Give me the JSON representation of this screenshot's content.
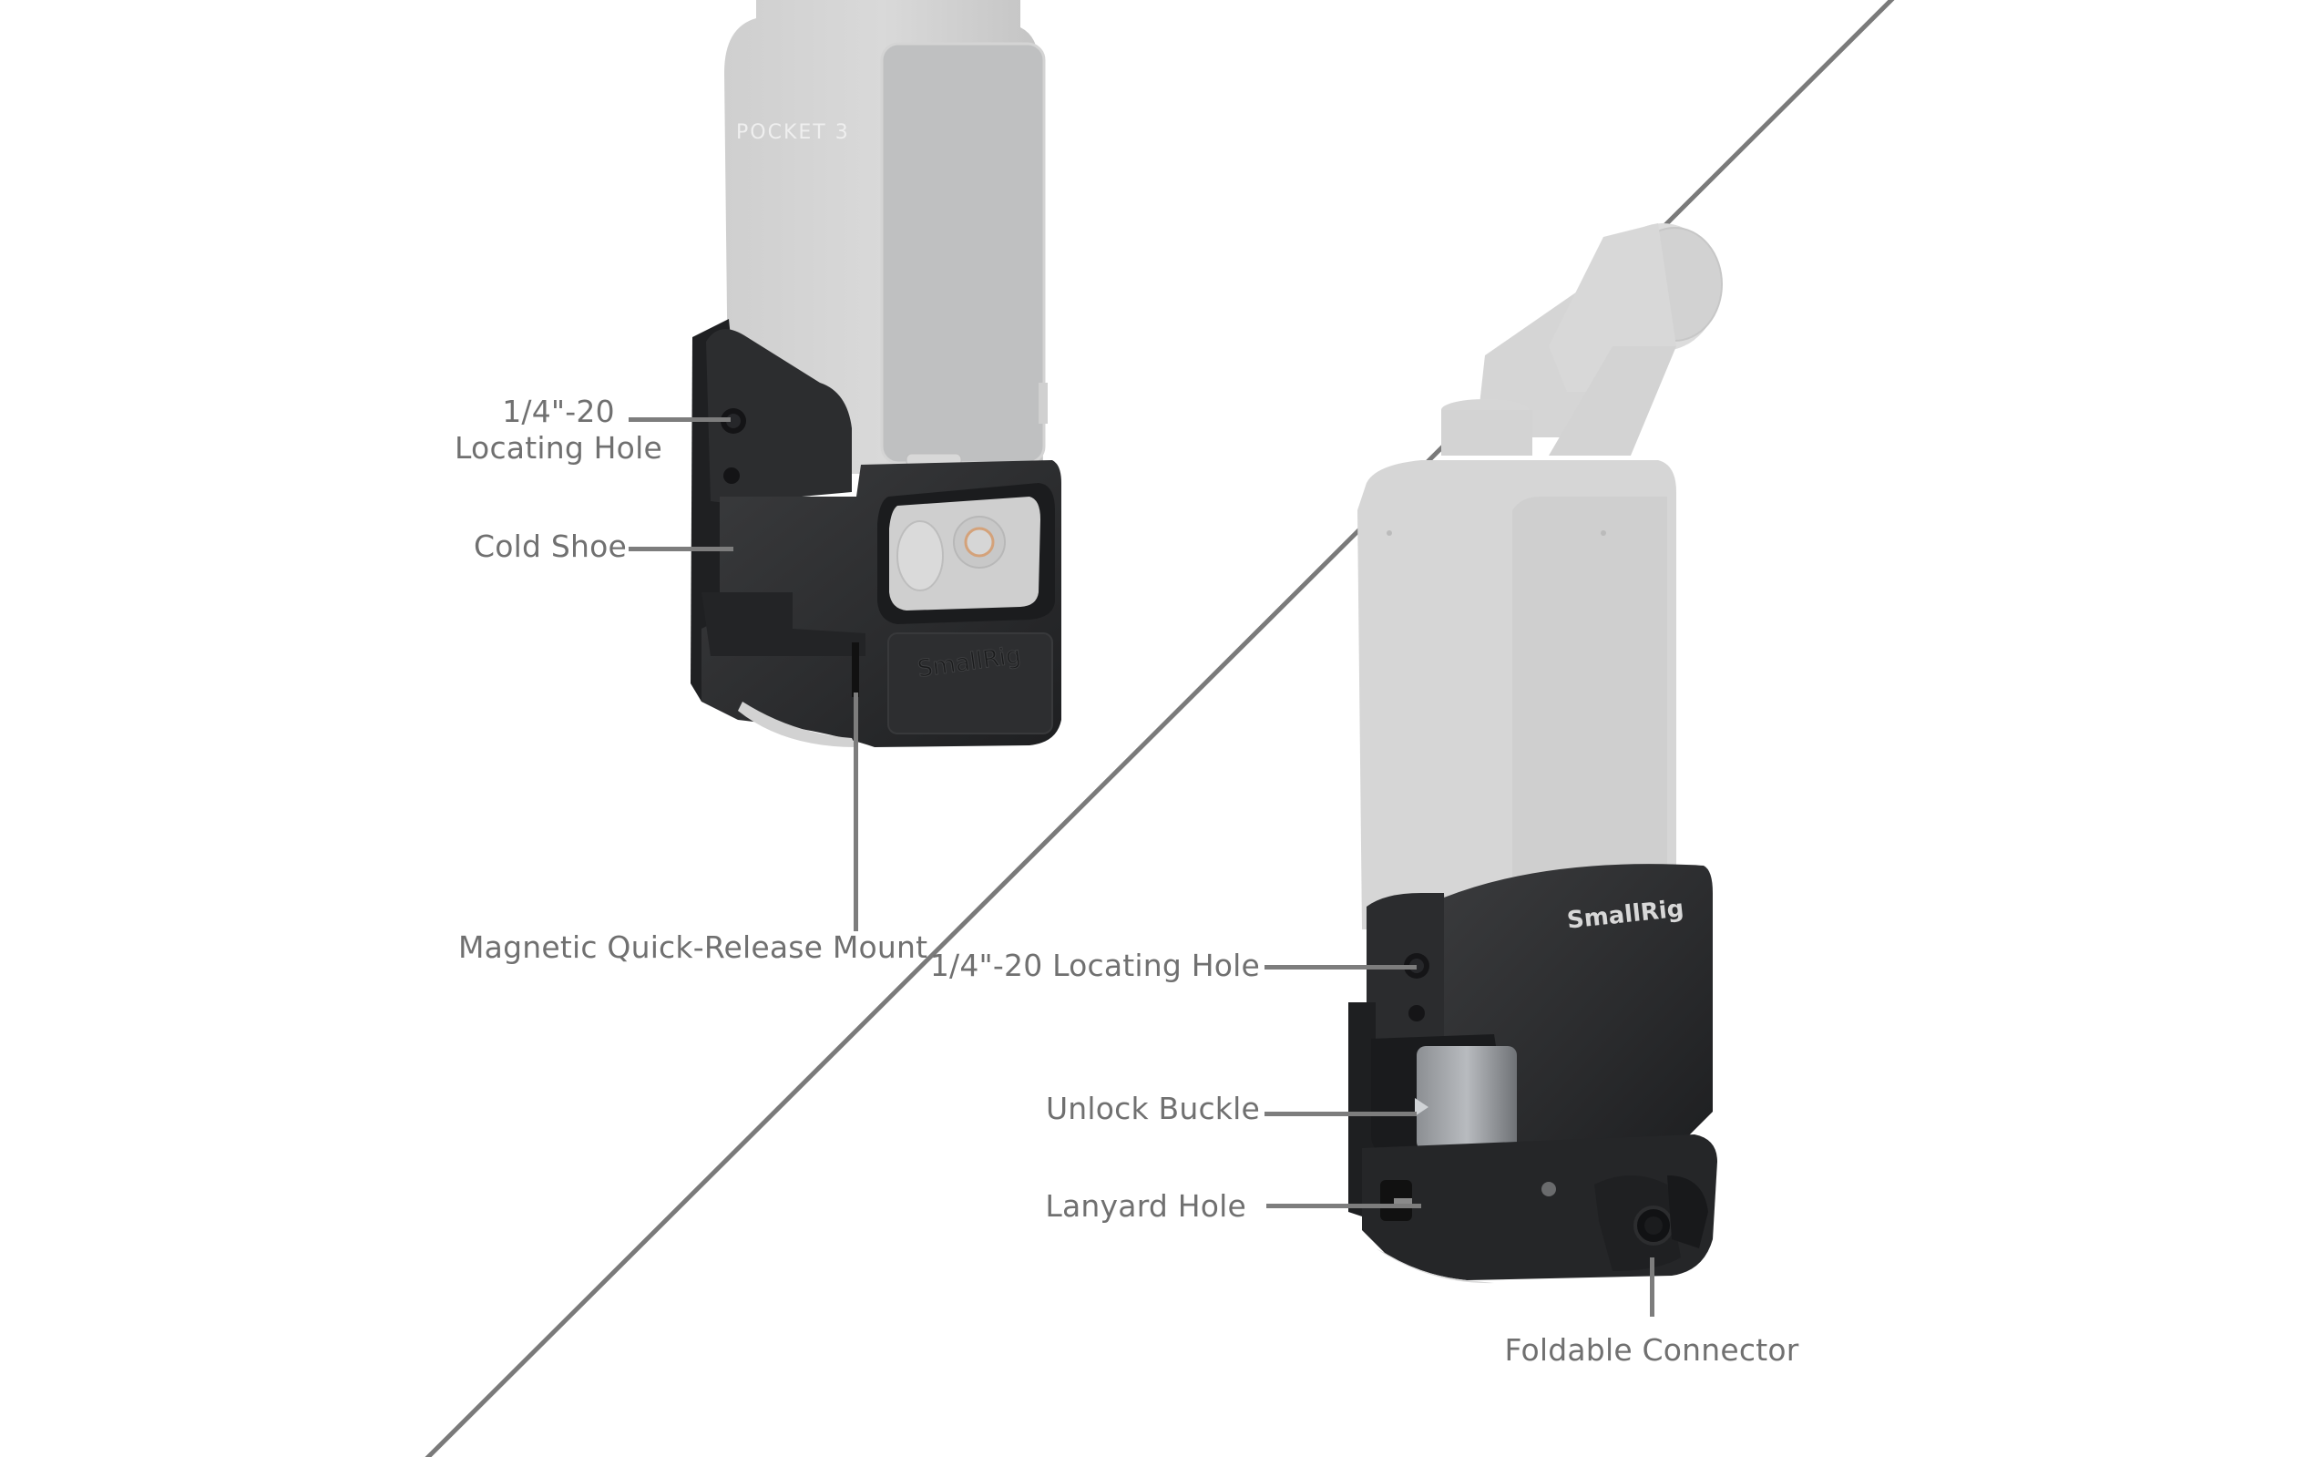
{
  "colors": {
    "background": "#ffffff",
    "label_text": "#707070",
    "leader_line": "#7d7d7d",
    "divider": "#7a7a7a",
    "camera_body": "#c9c9c9",
    "cage_dark": "#2e2f31",
    "buckle_silver": "#9a9da1"
  },
  "left_product": {
    "camera_brand_text": "POCKET 3",
    "cage_logo": "SmallRig",
    "callouts": [
      {
        "id": "locating-hole",
        "line1": "1/4\"-20",
        "line2": "Locating Hole"
      },
      {
        "id": "cold-shoe",
        "label": "Cold Shoe"
      },
      {
        "id": "magnetic-mount",
        "label": "Magnetic Quick-Release Mount"
      }
    ]
  },
  "right_product": {
    "cage_logo": "SmallRig",
    "callouts": [
      {
        "id": "locating-hole",
        "label": "1/4\"-20 Locating Hole"
      },
      {
        "id": "unlock-buckle",
        "label": "Unlock Buckle"
      },
      {
        "id": "lanyard-hole",
        "label": "Lanyard Hole"
      },
      {
        "id": "foldable-connector",
        "label": "Foldable Connector"
      }
    ]
  }
}
